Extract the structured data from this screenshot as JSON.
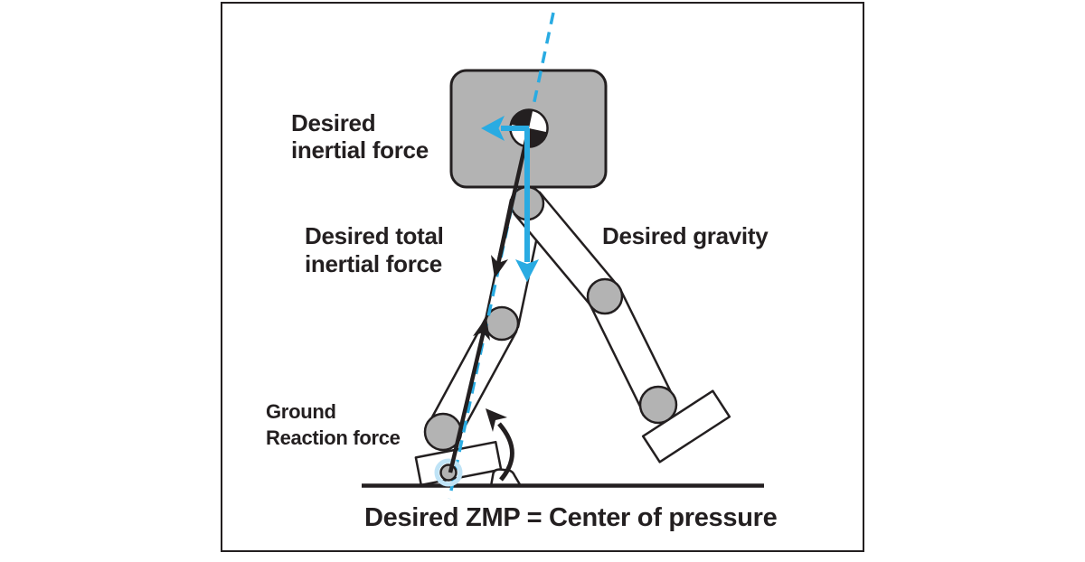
{
  "figure": {
    "title_hint": "Biped walking force diagram (ZMP concept)",
    "labels": {
      "inertial_force": {
        "line1": "Desired",
        "line2": "inertial force"
      },
      "total_inertial_force": {
        "line1": "Desired total",
        "line2": "inertial force"
      },
      "gravity": "Desired gravity",
      "ground_reaction": {
        "line1": "Ground",
        "line2": "Reaction force"
      },
      "zmp": "Desired ZMP = Center of pressure"
    },
    "colors": {
      "accent_cyan": "#29ABE2",
      "halo_cyan": "#BFE3F6",
      "body_gray": "#B3B3B3",
      "outline_dark": "#231F20",
      "background": "#FFFFFF"
    }
  }
}
